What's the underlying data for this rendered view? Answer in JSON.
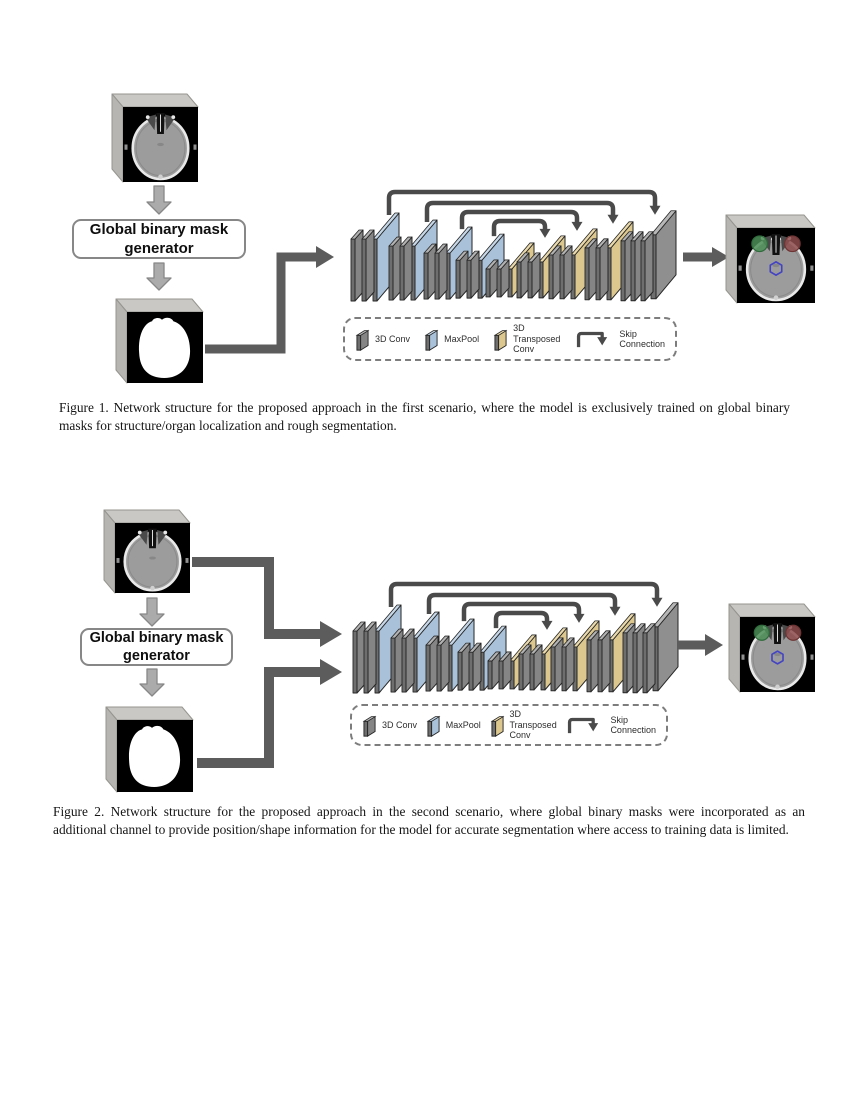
{
  "page": {
    "background": "#ffffff"
  },
  "figure1": {
    "generator_label": "Global binary mask\ngenerator",
    "caption": "Figure 1. Network structure for the proposed approach in the first scenario, where the model is exclusively trained on global binary masks for structure/organ localization and rough segmentation."
  },
  "figure2": {
    "generator_label": "Global binary mask\ngenerator",
    "caption": "Figure 2. Network structure for the proposed approach in the second scenario, where global binary masks were incorporated as an additional channel to provide position/shape information for the model for accurate segmentation where access to training data is limited."
  },
  "legend": {
    "items": [
      {
        "icon": "conv-plate-icon",
        "label": "3D Conv",
        "color": "#858585"
      },
      {
        "icon": "maxpool-plate-icon",
        "label": "MaxPool",
        "color": "#a9c2da"
      },
      {
        "icon": "transposed-conv-plate-icon",
        "label": "3D\nTransposed\nConv",
        "color": "#dcc88e"
      },
      {
        "icon": "skip-connection-icon",
        "label": "Skip\nConnection"
      }
    ]
  },
  "colors": {
    "conv_gray": "#858585",
    "conv_gray_top": "#b2b2b2",
    "plate_edge": "#6e6e6e",
    "maxpool_blue": "#a9c2da",
    "maxpool_blue_top": "#c6d7e8",
    "transposed_yellow": "#dcc88e",
    "transposed_yellow_top": "#ead9ab",
    "output_gray": "#8f8f8f",
    "output_gray_top": "#b7b7b7",
    "arrow_dark": "#4a4a4a",
    "big_arrow": "#5c5c5c",
    "block_arrow": "#ababab",
    "block_arrow_edge": "#878787",
    "cube_top": "#cac8c5",
    "cube_left": "#b7b5b2",
    "cube_edge": "#97958f",
    "overlay_green": "#4c8e57",
    "overlay_red": "#8e4c4c",
    "overlay_blue": "#4343c3",
    "mask_white": "#ffffff",
    "slice_brain": "#9c9c9c",
    "skull_ring": "#e9e9e9"
  }
}
